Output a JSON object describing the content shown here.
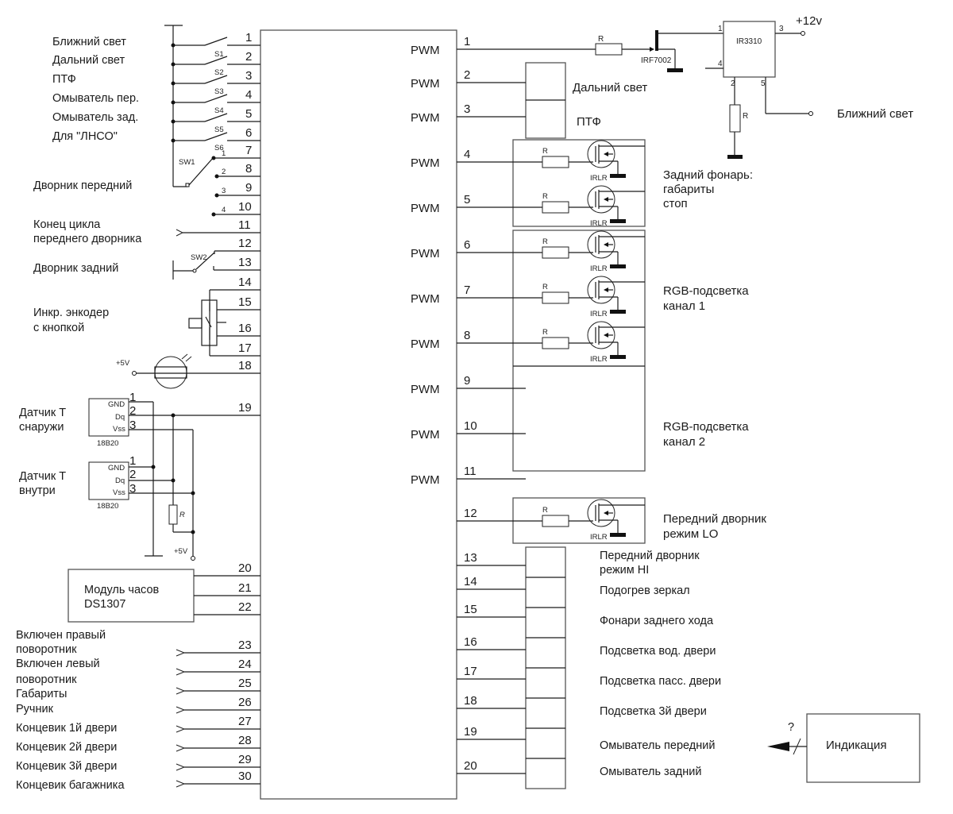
{
  "main_block": {
    "left_pins": [
      {
        "num": "1",
        "label": "Ближний свет",
        "switch": "S1"
      },
      {
        "num": "2",
        "label": "Дальний свет",
        "switch": "S2"
      },
      {
        "num": "3",
        "label": "ПТФ",
        "switch": "S3"
      },
      {
        "num": "4",
        "label": "Омыватель пер.",
        "switch": "S4"
      },
      {
        "num": "5",
        "label": "Омыватель зад.",
        "switch": "S5"
      },
      {
        "num": "6",
        "label": "Для \"ЛНСО\"",
        "switch": "S6"
      },
      {
        "num": "7"
      },
      {
        "num": "8"
      },
      {
        "num": "9"
      },
      {
        "num": "10"
      },
      {
        "num": "11"
      },
      {
        "num": "12"
      },
      {
        "num": "13"
      },
      {
        "num": "14"
      },
      {
        "num": "15"
      },
      {
        "num": "16"
      },
      {
        "num": "17"
      },
      {
        "num": "18"
      },
      {
        "num": "19"
      },
      {
        "num": "20"
      },
      {
        "num": "21"
      },
      {
        "num": "22"
      },
      {
        "num": "23"
      },
      {
        "num": "24"
      },
      {
        "num": "25"
      },
      {
        "num": "26"
      },
      {
        "num": "27"
      },
      {
        "num": "28"
      },
      {
        "num": "29"
      },
      {
        "num": "30"
      }
    ],
    "right_pins": [
      {
        "num": "1",
        "type": "PWM"
      },
      {
        "num": "2",
        "type": "PWM"
      },
      {
        "num": "3",
        "type": "PWM"
      },
      {
        "num": "4",
        "type": "PWM"
      },
      {
        "num": "5",
        "type": "PWM"
      },
      {
        "num": "6",
        "type": "PWM"
      },
      {
        "num": "7",
        "type": "PWM"
      },
      {
        "num": "8",
        "type": "PWM"
      },
      {
        "num": "9",
        "type": "PWM"
      },
      {
        "num": "10",
        "type": "PWM"
      },
      {
        "num": "11",
        "type": "PWM"
      },
      {
        "num": "12"
      },
      {
        "num": "13"
      },
      {
        "num": "14"
      },
      {
        "num": "15"
      },
      {
        "num": "16"
      },
      {
        "num": "17"
      },
      {
        "num": "18"
      },
      {
        "num": "19"
      },
      {
        "num": "20"
      }
    ]
  },
  "left_labels": {
    "wiper_front": "Дворник передний",
    "sw1": "SW1",
    "sw1_positions": [
      "1",
      "2",
      "3",
      "4"
    ],
    "wiper_end_line1": "Конец цикла",
    "wiper_end_line2": "переднего дворника",
    "wiper_rear": "Дворник задний",
    "sw2": "SW2",
    "encoder_line1": "Инкр. энкодер",
    "encoder_line2": "с кнопкой",
    "photo_supply": "+5V",
    "sensor_out_line1": "Датчик Т",
    "sensor_out_line2": "снаружи",
    "sensor_in_line1": "Датчик Т",
    "sensor_in_line2": "внутри",
    "sensor_pins": [
      "GND",
      "Dq",
      "Vss"
    ],
    "sensor_pin_nums": [
      "1",
      "2",
      "3"
    ],
    "sensor_chip": "18B20",
    "pullup_r": "R",
    "sensor_supply": "+5V",
    "clock_line1": "Модуль часов",
    "clock_line2": "DS1307",
    "inputs": [
      "Включен правый",
      "поворотник",
      "Включен левый",
      "поворотник",
      "Габариты",
      "Ручник",
      "Концевик 1й двери",
      "Концевик 2й двери",
      "Концевик 3й двери",
      "Концевик багажника"
    ]
  },
  "right_labels": {
    "r": "R",
    "mosfet_small": "IRF7002",
    "ic": "IR3310",
    "ic_pins": [
      "1",
      "2",
      "3",
      "4",
      "5"
    ],
    "supply": "+12v",
    "low_beam": "Ближний свет",
    "high_beam": "Дальний свет",
    "fog": "ПТФ",
    "mosfet": "IRLR",
    "tail_line1": "Задний фонарь:",
    "tail_line2": "габариты",
    "tail_line3": "стоп",
    "rgb1_line1": "RGB-подсветка",
    "rgb1_line2": "канал 1",
    "rgb2_line1": "RGB-подсветка",
    "rgb2_line2": "канал 2",
    "wiper_lo_line1": "Передний дворник",
    "wiper_lo_line2": "режим LO",
    "relay_outputs": [
      "Передний дворник",
      "режим HI",
      "Подогрев зеркал",
      "Фонари заднего хода",
      "Подсветка вод. двери",
      "Подсветка пасс. двери",
      "Подсветка 3й двери",
      "Омыватель передний",
      "Омыватель задний"
    ],
    "indication": "Индикация",
    "bus_question": "?"
  }
}
